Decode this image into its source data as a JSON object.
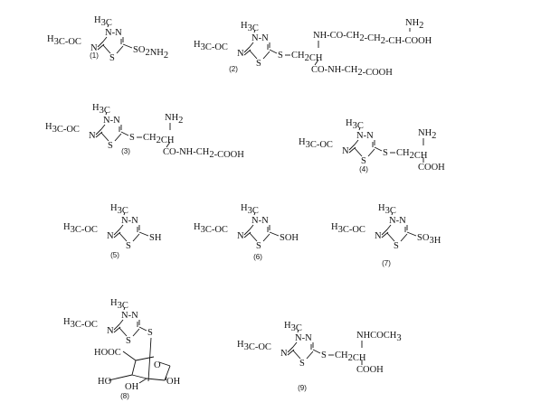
{
  "structures": [
    {
      "label": "(1)",
      "n_methyl": "H3C",
      "ring_n": "N-N",
      "imine": "H3C-OC",
      "imine_n": "N",
      "ring_s": "S",
      "substituent": "SO2NH2"
    },
    {
      "label": "(2)",
      "n_methyl": "H3C",
      "ring_n": "N-N",
      "imine": "H3C-OC",
      "imine_n": "N",
      "ring_s": "S",
      "linker": "S",
      "chain": "CH2CH",
      "top_branch": "NH-CO-CH2-CH2-CH-COOH",
      "top_amine": "NH2",
      "bottom_branch": "CO-NH-CH2-COOH"
    },
    {
      "label": "(3)",
      "n_methyl": "H3C",
      "ring_n": "N-N",
      "imine": "H3C-OC",
      "imine_n": "N",
      "ring_s": "S",
      "linker": "S",
      "chain": "CH2CH",
      "amine": "NH2",
      "bottom_branch": "CO-NH-CH2-COOH"
    },
    {
      "label": "(4)",
      "n_methyl": "H3C",
      "ring_n": "N-N",
      "imine": "H3C-OC",
      "imine_n": "N",
      "ring_s": "S",
      "linker": "S",
      "chain": "CH2CH",
      "amine": "NH2",
      "acid": "COOH"
    },
    {
      "label": "(5)",
      "n_methyl": "H3C",
      "ring_n": "N-N",
      "imine": "H3C-OC",
      "imine_n": "N",
      "ring_s": "S",
      "substituent": "SH"
    },
    {
      "label": "(6)",
      "n_methyl": "H3C",
      "ring_n": "N-N",
      "imine": "H3C-OC",
      "imine_n": "N",
      "ring_s": "S",
      "substituent": "SOH"
    },
    {
      "label": "(7)",
      "n_methyl": "H3C",
      "ring_n": "N-N",
      "imine": "H3C-OC",
      "imine_n": "N",
      "ring_s": "S",
      "substituent": "SO3H"
    },
    {
      "label": "(8)",
      "n_methyl": "H3C",
      "ring_n": "N-N",
      "imine": "H3C-OC",
      "imine_n": "N",
      "ring_s": "S",
      "linker": "S",
      "sugar_acid": "HOOC",
      "sugar_ring_o": "O",
      "sugar_oh_left": "HO",
      "sugar_oh_mid": "OH",
      "sugar_oh_right": "OH"
    },
    {
      "label": "(9)",
      "n_methyl": "H3C",
      "ring_n": "N-N",
      "imine": "H3C-OC",
      "imine_n": "N",
      "ring_s": "S",
      "linker": "S",
      "chain": "CH2CH",
      "top_branch": "NHCOCH3",
      "acid": "COOH"
    }
  ]
}
